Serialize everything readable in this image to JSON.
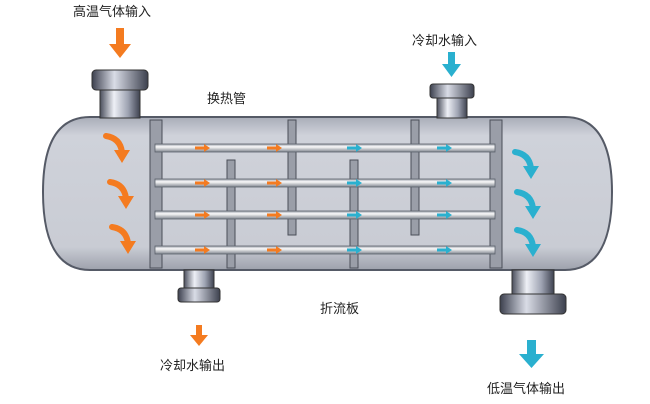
{
  "labels": {
    "hot_gas_in": "高温气体输入",
    "cooling_water_in": "冷却水输入",
    "heat_exchange_tube": "换热管",
    "baffle": "折流板",
    "cooling_water_out": "冷却水输出",
    "cool_gas_out": "低温气体输出"
  },
  "colors": {
    "hot": "#f47b20",
    "cold": "#2ab0cf",
    "shell": "#c4c7d0",
    "shell_edge": "#555a66",
    "tube": "#eeeeee",
    "plate": "#9a9ea8"
  },
  "counts": {
    "tubes": 4,
    "tube_plates": 2,
    "baffles": 4
  }
}
